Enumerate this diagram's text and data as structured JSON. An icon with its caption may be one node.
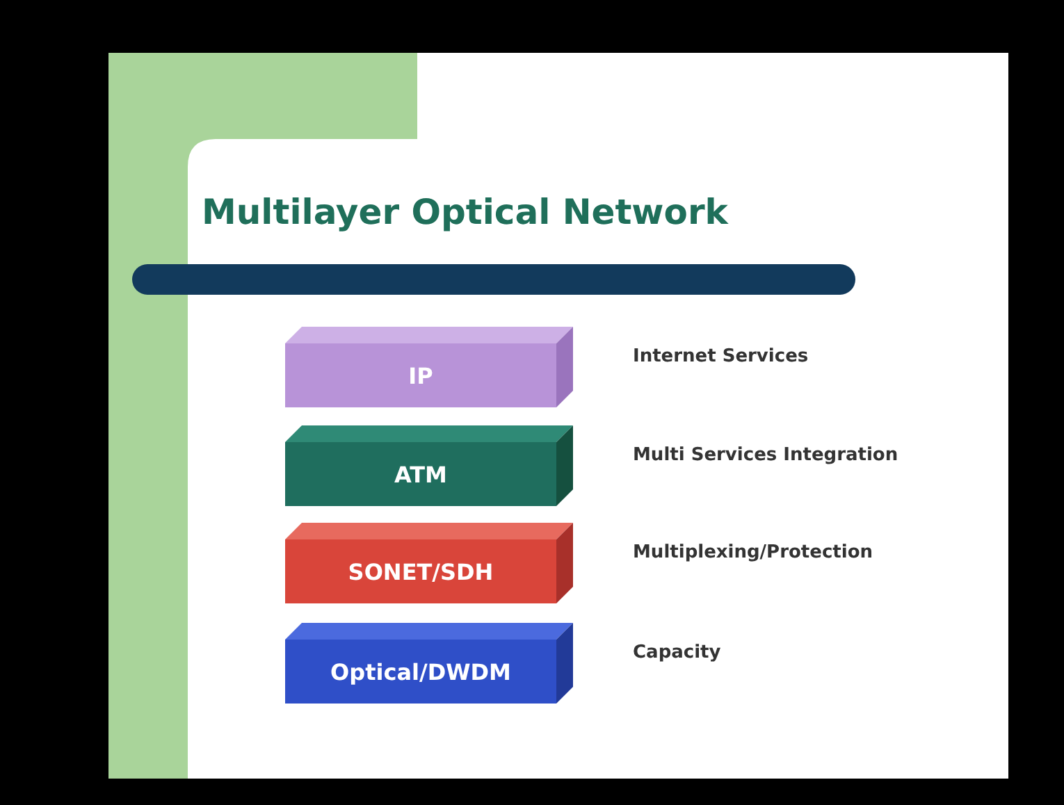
{
  "diagram": {
    "title": "Multilayer Optical Network",
    "nodes": [
      {
        "text": [
          "IP"
        ],
        "beside": [
          "Internet Services"
        ]
      },
      {
        "text": [
          "ATM"
        ],
        "beside": [
          "Multi Services Integration"
        ]
      },
      {
        "text": [
          "SONET/SDH"
        ],
        "beside": [
          "Multiplexing/Protection"
        ]
      },
      {
        "text": [
          "Optical/DWDM"
        ],
        "beside": [
          "Capacity"
        ]
      }
    ]
  }
}
